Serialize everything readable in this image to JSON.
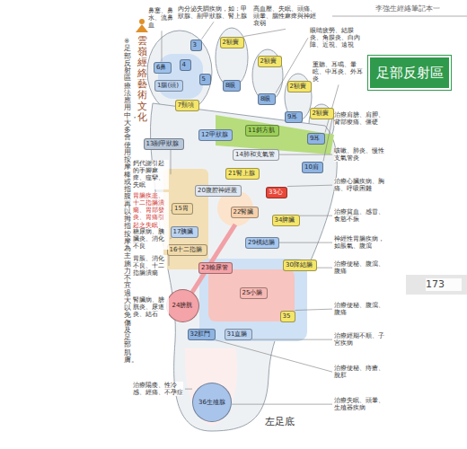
{
  "diagram": {
    "title": "足部反射區",
    "caption": "左足底",
    "nodes": [
      {
        "text": [
          "1腦(頭)"
        ]
      },
      {
        "text": [
          "2額竇"
        ]
      },
      {
        "text": [
          "2額竇"
        ]
      },
      {
        "text": [
          "2額竇"
        ]
      },
      {
        "text": [
          "2額竇"
        ]
      },
      {
        "text": [
          "3"
        ]
      },
      {
        "text": [
          "4"
        ]
      },
      {
        "text": [
          "5"
        ]
      },
      {
        "text": [
          "6鼻"
        ]
      },
      {
        "text": [
          "7頸項"
        ]
      },
      {
        "text": [
          "8眼"
        ]
      },
      {
        "text": [
          "8眼"
        ]
      },
      {
        "text": [
          "9耳"
        ]
      },
      {
        "text": [
          "9耳"
        ]
      },
      {
        "text": [
          "10肩"
        ]
      },
      {
        "text": [
          "11斜方肌"
        ]
      },
      {
        "text": [
          "12甲狀腺"
        ]
      },
      {
        "text": [
          "13副甲狀腺"
        ]
      },
      {
        "text": [
          "14肺和支氣管"
        ]
      },
      {
        "text": [
          "20腹腔神經叢"
        ]
      },
      {
        "text": [
          "21腎上腺"
        ]
      },
      {
        "text": [
          "33心"
        ]
      },
      {
        "text": [
          "15胃"
        ]
      },
      {
        "text": [
          "22腎臟"
        ]
      },
      {
        "text": [
          "34脾臟"
        ]
      },
      {
        "text": [
          "17胰臟"
        ]
      },
      {
        "text": [
          "16十二指腸"
        ]
      },
      {
        "text": [
          "29橫結腸"
        ]
      },
      {
        "text": [
          "23輸尿管"
        ]
      },
      {
        "text": [
          "30降結腸"
        ]
      },
      {
        "text": [
          "25小腸"
        ]
      },
      {
        "text": [
          "24膀胱"
        ]
      },
      {
        "text": [
          "35"
        ]
      },
      {
        "text": [
          "32肛門"
        ]
      },
      {
        "text": [
          "31直腸"
        ]
      },
      {
        "text": [
          "36生殖腺"
        ]
      }
    ],
    "labels": [
      "李強生經絡筆記本一",
      "173",
      "雲嶺經絡藝術文化",
      "※足部反射區療法應用中，大多會使用按摩棒或指腹，再以拇指按摩為主，施力不宜過大，以免傷及足部肌膚。",
      "鼻塞、鼻水、流鼻血",
      "內分泌失調疾病，如：甲狀腺、副甲狀腺、腎上腺",
      "高血壓、失眠、頭痛、頭暈、腦性麻痺與神經衰弱",
      "眼睛疲勞、結膜炎、角膜炎、白內障、近視、遠視",
      "重聽、耳鳴、暈眩、中耳炎、外耳炎",
      "治療肩膀、肩胛、背部痠痛、僵硬",
      "咳嗽、肺炎、慢性支氣管炎",
      "治療心臟疾病、胸痛、呼吸困難",
      "治療貧血、感冒、食慾不振",
      "神經性胃腸疾病，如脹氣、腹瀉",
      "治療便秘、腹瀉、腹痛",
      "治療便秘、腹瀉、腹痛",
      "治療經期不順、子宮疾病",
      "治療便秘、痔瘡、脫肛",
      "治療失眠、頭暈、生殖器疾病",
      "鈣代謝引起的手腳麻痺、痙攣、失眠",
      "胃腸疾患、十二指腸潰瘍、胃部發炎、胃痛引起之失眠",
      "糖尿病、胰臟炎、消化不良",
      "胃脹、消化不良、十二指腸潰瘍",
      "腎臟病、膀胱炎、尿道炎、結石",
      "治療陽痿、性冷感、經痛、不孕症"
    ]
  }
}
